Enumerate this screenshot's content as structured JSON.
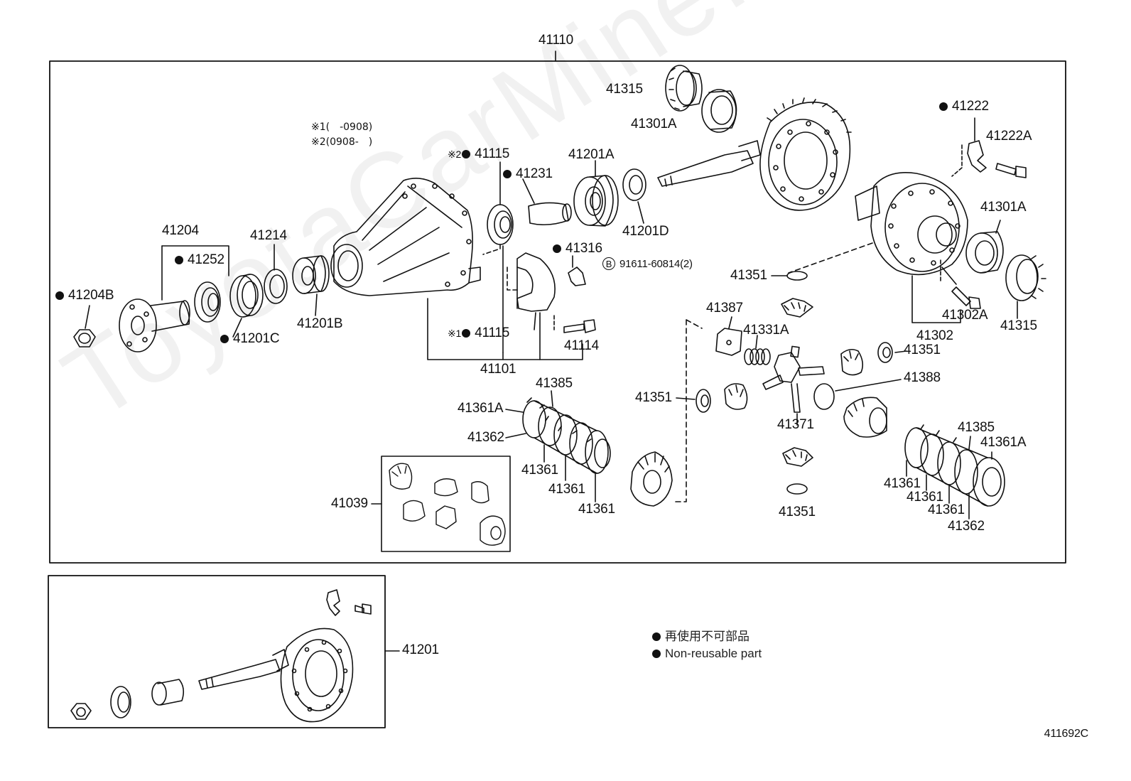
{
  "watermark": "ToyotaCarMine.ru",
  "diagram_code": "411692C",
  "notes": {
    "note1_mark": "※1",
    "note1_text": "(　-0908)",
    "note2_mark": "※2",
    "note2_text": "(0908-　)"
  },
  "legend": {
    "ja": "再使用不可部品",
    "en": "Non-reusable part"
  },
  "parts": {
    "p41110": "41110",
    "p41315_top": "41315",
    "p41301A_top": "41301A",
    "p41222": "41222",
    "p41222A": "41222A",
    "p41301A_right": "41301A",
    "p41115_2": "41115",
    "p41231": "41231",
    "p41201A": "41201A",
    "p41201D": "41201D",
    "p41204": "41204",
    "p41252": "41252",
    "p41214": "41214",
    "p41204B": "41204B",
    "p41201C": "41201C",
    "p41201B": "41201B",
    "p41316": "41316",
    "p_bolt": "91611-60814(2)",
    "p_bolt_mark": "B",
    "p41351_a": "41351",
    "p41115_1": "41115",
    "p41114": "41114",
    "p41101": "41101",
    "p41387": "41387",
    "p41331A": "41331A",
    "p41302A": "41302A",
    "p41315_right": "41315",
    "p41302": "41302",
    "p41351_b": "41351",
    "p41388": "41388",
    "p41385_left": "41385",
    "p41361A_left": "41361A",
    "p41362_left": "41362",
    "p41351_c": "41351",
    "p41371": "41371",
    "p41361_l1": "41361",
    "p41361_l2": "41361",
    "p41361_l3": "41361",
    "p41039": "41039",
    "p41351_d": "41351",
    "p41385_right": "41385",
    "p41361A_right": "41361A",
    "p41361_r1": "41361",
    "p41361_r2": "41361",
    "p41361_r3": "41361",
    "p41362_right": "41362",
    "p41201": "41201"
  }
}
